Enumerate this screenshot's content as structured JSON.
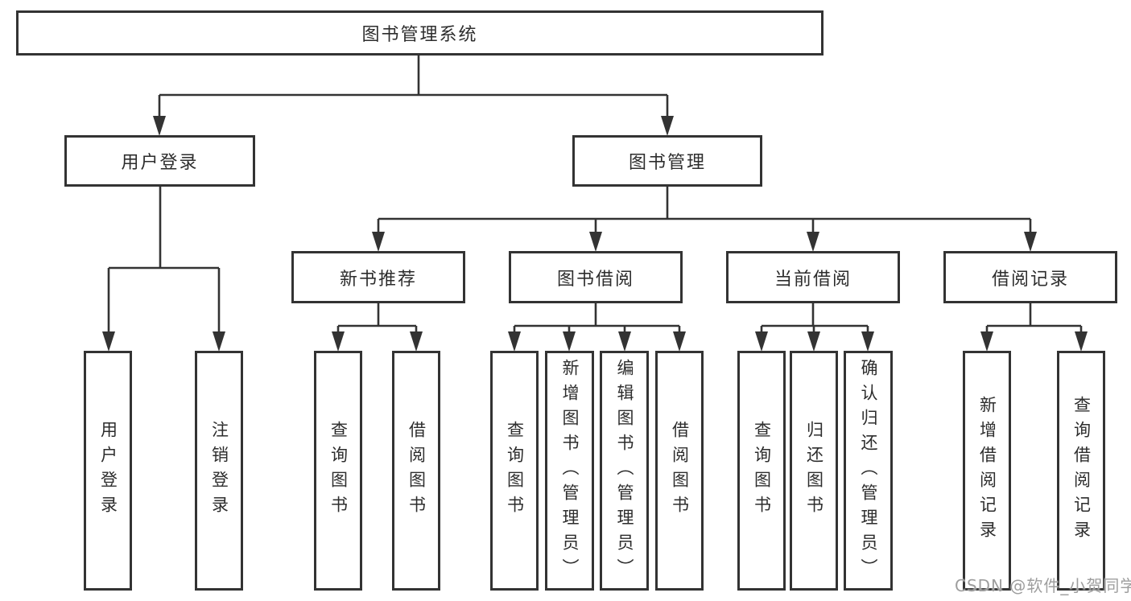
{
  "diagram": {
    "root": "图书管理系统",
    "branches": {
      "user_login": "用户登录",
      "book_mgmt": "图书管理"
    },
    "modules": {
      "new_books": "新书推荐",
      "book_borrow": "图书借阅",
      "current_borrow": "当前借阅",
      "borrow_records": "借阅记录"
    },
    "leaves": {
      "user_login": "用户登录",
      "logout": "注销登录",
      "nb_query": "查询图书",
      "nb_borrow": "借阅图书",
      "bb_query": "查询图书",
      "bb_add": "新增图书（管理员）",
      "bb_edit": "编辑图书（管理员）",
      "bb_borrow": "借阅图书",
      "cb_query": "查询图书",
      "cb_return": "归还图书",
      "cb_confirm": "确认归还（管理员）",
      "br_add": "新增借阅记录",
      "br_query": "查询借阅记录"
    }
  },
  "watermark": "CSDN @软件_小贺同学",
  "colors": {
    "line": "#333333",
    "box_border": "#333333",
    "text": "#2d2d2d",
    "watermark_text": "#9e9e9e",
    "background": "#ffffff"
  }
}
